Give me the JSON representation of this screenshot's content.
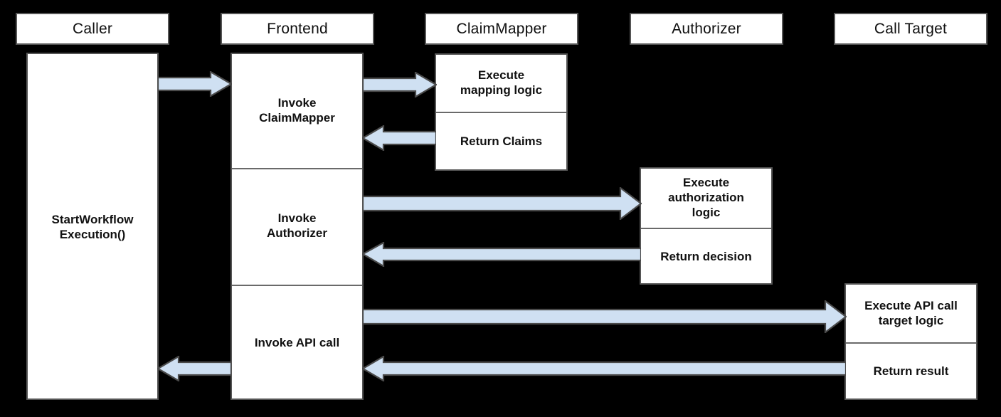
{
  "diagram": {
    "title": "Authorization sequence diagram",
    "type": "sequence-diagram",
    "background_color": "#000000",
    "box_fill": "#ffffff",
    "box_stroke": "#555555",
    "arrow_fill": "#cfe0f2",
    "arrow_stroke": "#4a4a4a",
    "text_color": "#111111"
  },
  "lifelines": [
    {
      "id": "caller",
      "label": "Caller"
    },
    {
      "id": "frontend",
      "label": "Frontend"
    },
    {
      "id": "claimmapper",
      "label": "ClaimMapper"
    },
    {
      "id": "authorizer",
      "label": "Authorizer"
    },
    {
      "id": "calltarget",
      "label": "Call Target"
    }
  ],
  "activations": {
    "caller": {
      "cells": [
        {
          "label": "StartWorkflow\nExecution()"
        }
      ]
    },
    "frontend": {
      "cells": [
        {
          "label": "Invoke\nClaimMapper"
        },
        {
          "label": "Invoke\nAuthorizer"
        },
        {
          "label": "Invoke API call"
        }
      ]
    },
    "claimmapper": {
      "cells": [
        {
          "label": "Execute\nmapping logic"
        },
        {
          "label": "Return Claims"
        }
      ]
    },
    "authorizer": {
      "cells": [
        {
          "label": "Execute\nauthorization\nlogic"
        },
        {
          "label": "Return decision"
        }
      ]
    },
    "calltarget": {
      "cells": [
        {
          "label": "Execute API call\ntarget logic"
        },
        {
          "label": "Return result"
        }
      ]
    }
  },
  "messages": [
    {
      "id": "m1",
      "from": "caller",
      "to": "frontend",
      "direction": "right",
      "label": ""
    },
    {
      "id": "m2",
      "from": "frontend",
      "to": "claimmapper",
      "direction": "right",
      "label": ""
    },
    {
      "id": "m3",
      "from": "claimmapper",
      "to": "frontend",
      "direction": "left",
      "label": ""
    },
    {
      "id": "m4",
      "from": "frontend",
      "to": "authorizer",
      "direction": "right",
      "label": ""
    },
    {
      "id": "m5",
      "from": "authorizer",
      "to": "frontend",
      "direction": "left",
      "label": ""
    },
    {
      "id": "m6",
      "from": "frontend",
      "to": "calltarget",
      "direction": "right",
      "label": ""
    },
    {
      "id": "m7",
      "from": "calltarget",
      "to": "frontend",
      "direction": "left",
      "label": ""
    },
    {
      "id": "m8",
      "from": "frontend",
      "to": "caller",
      "direction": "left",
      "label": ""
    }
  ]
}
